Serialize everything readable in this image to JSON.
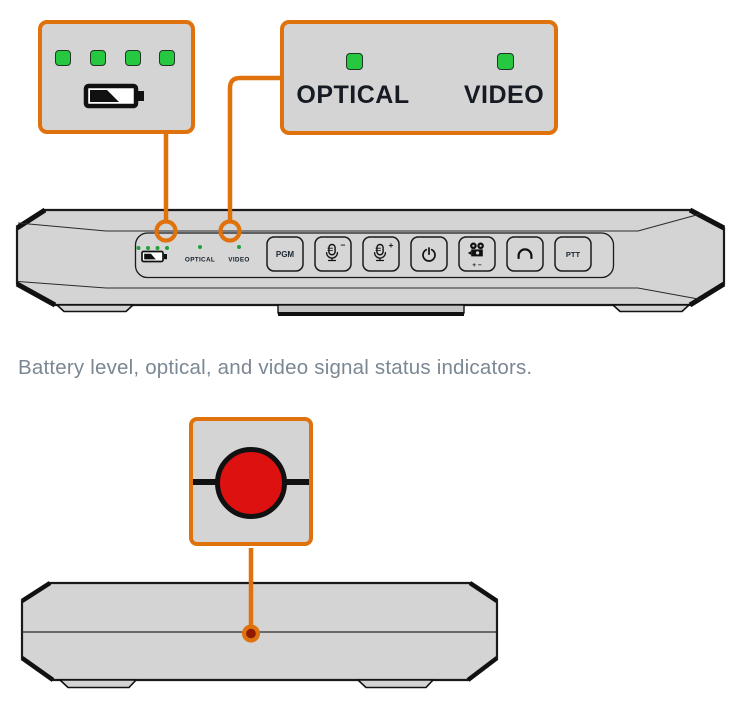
{
  "colors": {
    "accent_orange": "#e0720d",
    "panel_gray": "#d4d4d4",
    "outline_black": "#1a1a1a",
    "led_green": "#26c840",
    "tally_red": "#de1111",
    "tally_core_red": "#8f1a02",
    "caption_gray": "#7b8793",
    "label_dark": "#161a22"
  },
  "battery_callout": {
    "led_count": 4,
    "icon": "battery-level-icon"
  },
  "signal_callout": {
    "optical_label": "OPTICAL",
    "video_label": "VIDEO"
  },
  "device_front": {
    "indicators": {
      "battery_led_count": 4,
      "optical_label": "OPTICAL",
      "video_label": "VIDEO"
    },
    "buttons": {
      "pgm_label": "PGM",
      "mic_down_sign": "−",
      "mic_up_sign": "+",
      "camera_adjust_signs": "+ −",
      "ptt_label": "PTT",
      "icon_names": [
        "mic-down-icon",
        "mic-up-icon",
        "power-icon",
        "camera-settings-icon",
        "headphones-icon"
      ]
    }
  },
  "caption": {
    "text": "Battery level, optical, and video signal status indicators."
  },
  "tally_callout": {
    "icon": "tally-light-icon"
  }
}
